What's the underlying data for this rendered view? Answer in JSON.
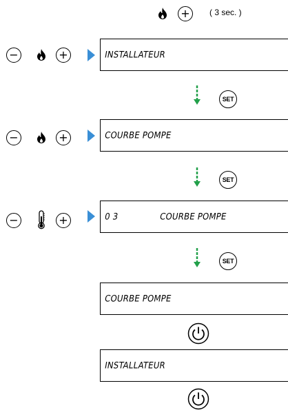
{
  "top": {
    "timing_label": "( 3 sec. )"
  },
  "buttons": {
    "minus": "−",
    "plus": "+",
    "set": "SET"
  },
  "screens": [
    {
      "text": "INSTALLATEUR"
    },
    {
      "text": "COURBE POMPE"
    },
    {
      "value": "0 3",
      "text": "COURBE POMPE"
    },
    {
      "text": "COURBE POMPE"
    },
    {
      "text": "INSTALLATEUR"
    }
  ],
  "colors": {
    "pointer": "#3a8fd6",
    "arrow": "#22a04a"
  },
  "icons": [
    "flame-icon",
    "thermometer-icon",
    "power-icon",
    "down-arrow-icon"
  ]
}
